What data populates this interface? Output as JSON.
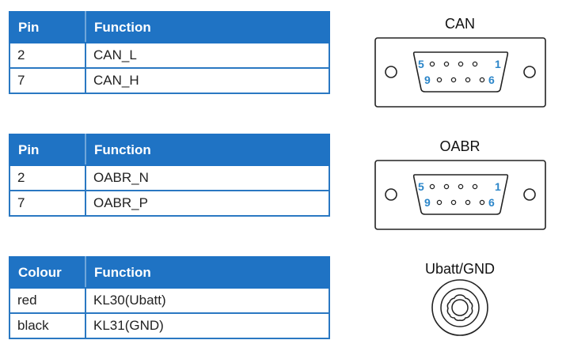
{
  "tables": [
    {
      "header": {
        "col1": "Pin",
        "col2": "Function"
      },
      "rows": [
        {
          "col1": "2",
          "col2": "CAN_L"
        },
        {
          "col1": "7",
          "col2": "CAN_H"
        }
      ]
    },
    {
      "header": {
        "col1": "Pin",
        "col2": "Function"
      },
      "rows": [
        {
          "col1": "2",
          "col2": "OABR_N"
        },
        {
          "col1": "7",
          "col2": "OABR_P"
        }
      ]
    },
    {
      "header": {
        "col1": "Colour",
        "col2": "Function"
      },
      "rows": [
        {
          "col1": "red",
          "col2": "KL30(Ubatt)"
        },
        {
          "col1": "black",
          "col2": "KL31(GND)"
        }
      ]
    }
  ],
  "connectors": [
    {
      "label": "CAN",
      "type": "DB9",
      "pin_labels": {
        "top_left": "5",
        "top_right": "1",
        "bottom_left": "9",
        "bottom_right": "6"
      }
    },
    {
      "label": "OABR",
      "type": "DB9",
      "pin_labels": {
        "top_left": "5",
        "top_right": "1",
        "bottom_left": "9",
        "bottom_right": "6"
      }
    },
    {
      "label": "Ubatt/GND",
      "type": "round"
    }
  ],
  "colors": {
    "header_bg": "#1f73c4",
    "border": "#2a78c2",
    "pin_number": "#2c86c9"
  }
}
